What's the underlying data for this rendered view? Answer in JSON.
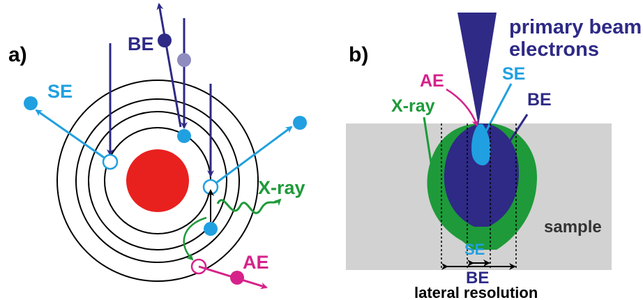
{
  "panel_a": {
    "label": "a)",
    "labels": {
      "be": "BE",
      "se": "SE",
      "xray": "X-ray",
      "ae": "AE"
    }
  },
  "panel_b": {
    "label": "b)",
    "beam_line1": "primary beam",
    "beam_line2": "electrons",
    "labels": {
      "ae": "AE",
      "se": "SE",
      "be": "BE",
      "xray": "X-ray",
      "sample": "sample"
    },
    "width_se": "SE",
    "width_be": "BE",
    "caption": "lateral resolution"
  },
  "colors": {
    "navy": "#2e2a86",
    "cyan": "#20a0e0",
    "green": "#1e9a3a",
    "magenta": "#d6228a",
    "red": "#e8211f",
    "sample_gray": "#d2d2d2"
  }
}
